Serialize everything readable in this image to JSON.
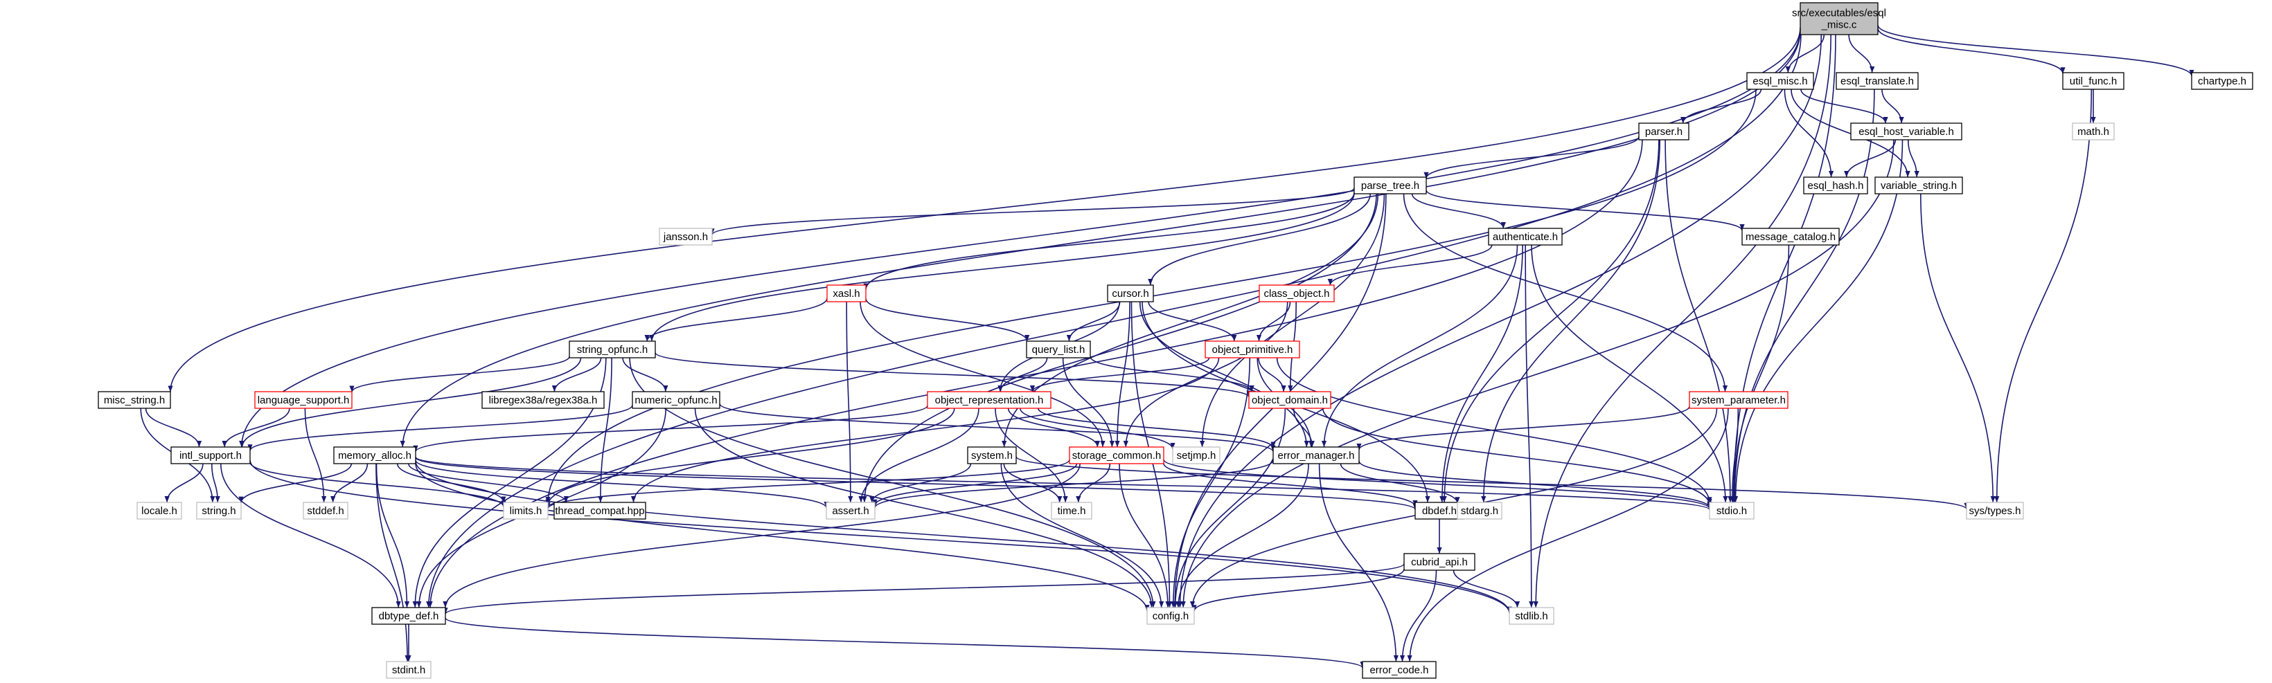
{
  "diagram": {
    "colors": {
      "edge": "#191970",
      "normal_border": "#000000",
      "red_border": "#ff0000",
      "gray_border": "#bfbfbf",
      "root_fill": "#bfbfbf",
      "fill": "#ffffff",
      "gray_text": "#7f7f7f"
    },
    "nodes": [
      {
        "id": "root",
        "lines": [
          "src/executables/esql",
          "_misc.c"
        ],
        "style": "root"
      },
      {
        "id": "esql_misc_h",
        "lines": [
          "esql_misc.h"
        ],
        "style": "normal"
      },
      {
        "id": "esql_translate_h",
        "lines": [
          "esql_translate.h"
        ],
        "style": "normal"
      },
      {
        "id": "util_func_h",
        "lines": [
          "util_func.h"
        ],
        "style": "normal"
      },
      {
        "id": "chartype_h",
        "lines": [
          "chartype.h"
        ],
        "style": "normal"
      },
      {
        "id": "math_h",
        "lines": [
          "math.h"
        ],
        "style": "gray"
      },
      {
        "id": "parser_h",
        "lines": [
          "parser.h"
        ],
        "style": "normal"
      },
      {
        "id": "esql_host_variable_h",
        "lines": [
          "esql_host_variable.h"
        ],
        "style": "normal"
      },
      {
        "id": "esql_hash_h",
        "lines": [
          "esql_hash.h"
        ],
        "style": "normal"
      },
      {
        "id": "variable_string_h",
        "lines": [
          "variable_string.h"
        ],
        "style": "normal"
      },
      {
        "id": "parse_tree_h",
        "lines": [
          "parse_tree.h"
        ],
        "style": "normal"
      },
      {
        "id": "jansson_h",
        "lines": [
          "jansson.h"
        ],
        "style": "gray"
      },
      {
        "id": "authenticate_h",
        "lines": [
          "authenticate.h"
        ],
        "style": "normal"
      },
      {
        "id": "message_catalog_h",
        "lines": [
          "message_catalog.h"
        ],
        "style": "normal"
      },
      {
        "id": "xasl_h",
        "lines": [
          "xasl.h"
        ],
        "style": "red"
      },
      {
        "id": "cursor_h",
        "lines": [
          "cursor.h"
        ],
        "style": "normal"
      },
      {
        "id": "class_object_h",
        "lines": [
          "class_object.h"
        ],
        "style": "red"
      },
      {
        "id": "string_opfunc_h",
        "lines": [
          "string_opfunc.h"
        ],
        "style": "normal"
      },
      {
        "id": "query_list_h",
        "lines": [
          "query_list.h"
        ],
        "style": "normal"
      },
      {
        "id": "object_primitive_h",
        "lines": [
          "object_primitive.h"
        ],
        "style": "red"
      },
      {
        "id": "misc_string_h",
        "lines": [
          "misc_string.h"
        ],
        "style": "normal"
      },
      {
        "id": "language_support_h",
        "lines": [
          "language_support.h"
        ],
        "style": "red"
      },
      {
        "id": "libregex38a_h",
        "lines": [
          "libregex38a/regex38a.h"
        ],
        "style": "normal"
      },
      {
        "id": "numeric_opfunc_h",
        "lines": [
          "numeric_opfunc.h"
        ],
        "style": "normal"
      },
      {
        "id": "object_representation_h",
        "lines": [
          "object_representation.h"
        ],
        "style": "red"
      },
      {
        "id": "object_domain_h",
        "lines": [
          "object_domain.h"
        ],
        "style": "red"
      },
      {
        "id": "system_parameter_h",
        "lines": [
          "system_parameter.h"
        ],
        "style": "red"
      },
      {
        "id": "intl_support_h",
        "lines": [
          "intl_support.h"
        ],
        "style": "normal"
      },
      {
        "id": "memory_alloc_h",
        "lines": [
          "memory_alloc.h"
        ],
        "style": "normal"
      },
      {
        "id": "system_h",
        "lines": [
          "system.h"
        ],
        "style": "normal"
      },
      {
        "id": "storage_common_h",
        "lines": [
          "storage_common.h"
        ],
        "style": "red"
      },
      {
        "id": "setjmp_h",
        "lines": [
          "setjmp.h"
        ],
        "style": "gray"
      },
      {
        "id": "error_manager_h",
        "lines": [
          "error_manager.h"
        ],
        "style": "normal"
      },
      {
        "id": "locale_h",
        "lines": [
          "locale.h"
        ],
        "style": "gray"
      },
      {
        "id": "string_h",
        "lines": [
          "string.h"
        ],
        "style": "gray"
      },
      {
        "id": "stddef_h",
        "lines": [
          "stddef.h"
        ],
        "style": "gray"
      },
      {
        "id": "limits_h",
        "lines": [
          "limits.h"
        ],
        "style": "gray"
      },
      {
        "id": "thread_compat_hpp",
        "lines": [
          "thread_compat.hpp"
        ],
        "style": "normal"
      },
      {
        "id": "assert_h",
        "lines": [
          "assert.h"
        ],
        "style": "gray"
      },
      {
        "id": "time_h",
        "lines": [
          "time.h"
        ],
        "style": "gray"
      },
      {
        "id": "dbdef_h",
        "lines": [
          "dbdef.h"
        ],
        "style": "normal"
      },
      {
        "id": "stdarg_h",
        "lines": [
          "stdarg.h"
        ],
        "style": "gray"
      },
      {
        "id": "stdio_h",
        "lines": [
          "stdio.h"
        ],
        "style": "gray"
      },
      {
        "id": "sys_types_h",
        "lines": [
          "sys/types.h"
        ],
        "style": "gray"
      },
      {
        "id": "cubrid_api_h",
        "lines": [
          "cubrid_api.h"
        ],
        "style": "normal"
      },
      {
        "id": "dbtype_def_h",
        "lines": [
          "dbtype_def.h"
        ],
        "style": "normal"
      },
      {
        "id": "config_h",
        "lines": [
          "config.h"
        ],
        "style": "gray"
      },
      {
        "id": "stdlib_h",
        "lines": [
          "stdlib.h"
        ],
        "style": "gray"
      },
      {
        "id": "stdint_h",
        "lines": [
          "stdint.h"
        ],
        "style": "gray"
      },
      {
        "id": "error_code_h",
        "lines": [
          "error_code.h"
        ],
        "style": "normal"
      }
    ],
    "edges": [
      [
        "root",
        "esql_misc_h"
      ],
      [
        "root",
        "esql_translate_h"
      ],
      [
        "root",
        "util_func_h"
      ],
      [
        "root",
        "chartype_h"
      ],
      [
        "root",
        "misc_string_h"
      ],
      [
        "root",
        "intl_support_h"
      ],
      [
        "root",
        "memory_alloc_h"
      ],
      [
        "root",
        "dbtype_def_h"
      ],
      [
        "root",
        "config_h"
      ],
      [
        "root",
        "stdio_h"
      ],
      [
        "root",
        "stdlib_h"
      ],
      [
        "esql_misc_h",
        "parser_h"
      ],
      [
        "esql_misc_h",
        "esql_host_variable_h"
      ],
      [
        "esql_misc_h",
        "esql_hash_h"
      ],
      [
        "esql_misc_h",
        "variable_string_h"
      ],
      [
        "esql_misc_h",
        "limits_h"
      ],
      [
        "esql_translate_h",
        "esql_host_variable_h"
      ],
      [
        "esql_translate_h",
        "stdio_h"
      ],
      [
        "util_func_h",
        "math_h"
      ],
      [
        "util_func_h",
        "sys_types_h"
      ],
      [
        "esql_host_variable_h",
        "esql_hash_h"
      ],
      [
        "esql_host_variable_h",
        "variable_string_h"
      ],
      [
        "esql_host_variable_h",
        "stdio_h"
      ],
      [
        "esql_host_variable_h",
        "config_h"
      ],
      [
        "variable_string_h",
        "sys_types_h"
      ],
      [
        "parser_h",
        "parse_tree_h"
      ],
      [
        "parser_h",
        "dbtype_def_h"
      ],
      [
        "parser_h",
        "dbdef_h"
      ],
      [
        "parser_h",
        "stdarg_h"
      ],
      [
        "parser_h",
        "stdio_h"
      ],
      [
        "parse_tree_h",
        "jansson_h"
      ],
      [
        "parse_tree_h",
        "string_opfunc_h"
      ],
      [
        "parse_tree_h",
        "xasl_h"
      ],
      [
        "parse_tree_h",
        "cursor_h"
      ],
      [
        "parse_tree_h",
        "authenticate_h"
      ],
      [
        "parse_tree_h",
        "message_catalog_h"
      ],
      [
        "parse_tree_h",
        "system_parameter_h"
      ],
      [
        "parse_tree_h",
        "setjmp_h"
      ],
      [
        "parse_tree_h",
        "assert_h"
      ],
      [
        "parse_tree_h",
        "config_h"
      ],
      [
        "parse_tree_h",
        "system_h"
      ],
      [
        "authenticate_h",
        "class_object_h"
      ],
      [
        "authenticate_h",
        "error_manager_h"
      ],
      [
        "authenticate_h",
        "dbdef_h"
      ],
      [
        "authenticate_h",
        "stdlib_h"
      ],
      [
        "authenticate_h",
        "stdio_h"
      ],
      [
        "message_catalog_h",
        "stdio_h"
      ],
      [
        "xasl_h",
        "string_opfunc_h"
      ],
      [
        "xasl_h",
        "query_list_h"
      ],
      [
        "xasl_h",
        "storage_common_h"
      ],
      [
        "xasl_h",
        "assert_h"
      ],
      [
        "cursor_h",
        "query_list_h"
      ],
      [
        "cursor_h",
        "object_representation_h"
      ],
      [
        "cursor_h",
        "object_primitive_h"
      ],
      [
        "cursor_h",
        "storage_common_h"
      ],
      [
        "cursor_h",
        "error_manager_h"
      ],
      [
        "cursor_h",
        "dbdef_h"
      ],
      [
        "cursor_h",
        "config_h"
      ],
      [
        "class_object_h",
        "object_primitive_h"
      ],
      [
        "class_object_h",
        "object_domain_h"
      ],
      [
        "class_object_h",
        "storage_common_h"
      ],
      [
        "string_opfunc_h",
        "language_support_h"
      ],
      [
        "string_opfunc_h",
        "libregex38a_h"
      ],
      [
        "string_opfunc_h",
        "numeric_opfunc_h"
      ],
      [
        "string_opfunc_h",
        "intl_support_h"
      ],
      [
        "string_opfunc_h",
        "object_domain_h"
      ],
      [
        "string_opfunc_h",
        "thread_compat_hpp"
      ],
      [
        "string_opfunc_h",
        "dbtype_def_h"
      ],
      [
        "string_opfunc_h",
        "config_h"
      ],
      [
        "query_list_h",
        "object_representation_h"
      ],
      [
        "query_list_h",
        "object_domain_h"
      ],
      [
        "query_list_h",
        "storage_common_h"
      ],
      [
        "object_primitive_h",
        "object_domain_h"
      ],
      [
        "object_primitive_h",
        "object_representation_h"
      ],
      [
        "object_primitive_h",
        "error_manager_h"
      ],
      [
        "object_primitive_h",
        "thread_compat_hpp"
      ],
      [
        "object_primitive_h",
        "config_h"
      ],
      [
        "object_primitive_h",
        "stdio_h"
      ],
      [
        "misc_string_h",
        "intl_support_h"
      ],
      [
        "misc_string_h",
        "string_h"
      ],
      [
        "language_support_h",
        "intl_support_h"
      ],
      [
        "language_support_h",
        "stddef_h"
      ],
      [
        "numeric_opfunc_h",
        "intl_support_h"
      ],
      [
        "numeric_opfunc_h",
        "error_manager_h"
      ],
      [
        "numeric_opfunc_h",
        "dbtype_def_h"
      ],
      [
        "numeric_opfunc_h",
        "config_h"
      ],
      [
        "object_representation_h",
        "storage_common_h"
      ],
      [
        "object_representation_h",
        "error_manager_h"
      ],
      [
        "object_representation_h",
        "setjmp_h"
      ],
      [
        "object_representation_h",
        "memory_alloc_h"
      ],
      [
        "object_representation_h",
        "limits_h"
      ],
      [
        "object_representation_h",
        "assert_h"
      ],
      [
        "object_representation_h",
        "time_h"
      ],
      [
        "object_domain_h",
        "error_manager_h"
      ],
      [
        "object_domain_h",
        "config_h"
      ],
      [
        "object_domain_h",
        "stdio_h"
      ],
      [
        "system_parameter_h",
        "error_manager_h"
      ],
      [
        "system_parameter_h",
        "stdio_h"
      ],
      [
        "system_parameter_h",
        "config_h"
      ],
      [
        "system_parameter_h",
        "error_code_h"
      ],
      [
        "intl_support_h",
        "locale_h"
      ],
      [
        "intl_support_h",
        "string_h"
      ],
      [
        "intl_support_h",
        "limits_h"
      ],
      [
        "intl_support_h",
        "dbtype_def_h"
      ],
      [
        "intl_support_h",
        "stdlib_h"
      ],
      [
        "memory_alloc_h",
        "stddef_h"
      ],
      [
        "memory_alloc_h",
        "string_h"
      ],
      [
        "memory_alloc_h",
        "limits_h"
      ],
      [
        "memory_alloc_h",
        "thread_compat_hpp"
      ],
      [
        "memory_alloc_h",
        "assert_h"
      ],
      [
        "memory_alloc_h",
        "dbdef_h"
      ],
      [
        "memory_alloc_h",
        "stdio_h"
      ],
      [
        "memory_alloc_h",
        "dbtype_def_h"
      ],
      [
        "memory_alloc_h",
        "stdint_h"
      ],
      [
        "memory_alloc_h",
        "config_h"
      ],
      [
        "memory_alloc_h",
        "stdlib_h"
      ],
      [
        "system_h",
        "assert_h"
      ],
      [
        "system_h",
        "time_h"
      ],
      [
        "system_h",
        "config_h"
      ],
      [
        "system_h",
        "sys_types_h"
      ],
      [
        "storage_common_h",
        "limits_h"
      ],
      [
        "storage_common_h",
        "time_h"
      ],
      [
        "storage_common_h",
        "dbdef_h"
      ],
      [
        "storage_common_h",
        "assert_h"
      ],
      [
        "storage_common_h",
        "dbtype_def_h"
      ],
      [
        "storage_common_h",
        "config_h"
      ],
      [
        "storage_common_h",
        "stdio_h"
      ],
      [
        "error_manager_h",
        "assert_h"
      ],
      [
        "error_manager_h",
        "stdarg_h"
      ],
      [
        "error_manager_h",
        "stdio_h"
      ],
      [
        "error_manager_h",
        "config_h"
      ],
      [
        "error_manager_h",
        "error_code_h"
      ],
      [
        "dbdef_h",
        "cubrid_api_h"
      ],
      [
        "cubrid_api_h",
        "dbtype_def_h"
      ],
      [
        "cubrid_api_h",
        "config_h"
      ],
      [
        "cubrid_api_h",
        "stdlib_h"
      ],
      [
        "cubrid_api_h",
        "error_code_h"
      ],
      [
        "dbtype_def_h",
        "stdint_h"
      ],
      [
        "dbtype_def_h",
        "error_code_h"
      ]
    ]
  }
}
